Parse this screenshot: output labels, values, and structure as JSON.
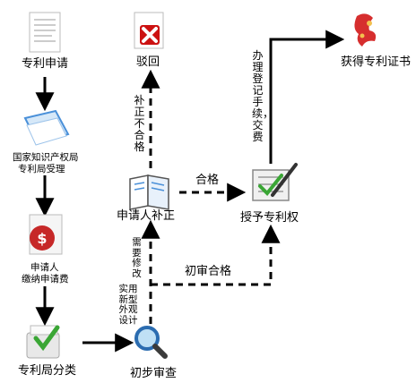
{
  "nodes": {
    "patent_apply": "专利申请",
    "cnipa_accept_line1": "国家知识产权局",
    "cnipa_accept_line2": "专利局受理",
    "pay_fee_line1": "申请人",
    "pay_fee_line2": "缴纳申请费",
    "classify": "专利局分类",
    "preliminary_exam": "初步审查",
    "applicant_correction": "申请人补正",
    "reject": "驳回",
    "grant": "授予专利权",
    "obtain_certificate": "获得专利证书"
  },
  "edges": {
    "correction_failed": "补正不合格",
    "qualified": "合格",
    "needs_revision": "需要修改",
    "utility_design": "实用新型外观设计",
    "preliminary_pass": "初审合格",
    "register_and_pay": "办理登记手续，交费"
  },
  "colors": {
    "arrow": "#000000",
    "reject_icon": "#cc1111",
    "coin_icon": "#c62828",
    "doc_icon_blue": "#4a90d9",
    "magnifier": "#2b6cb0",
    "check_green": "#3aa635",
    "certificate_red": "#d62e2e"
  }
}
